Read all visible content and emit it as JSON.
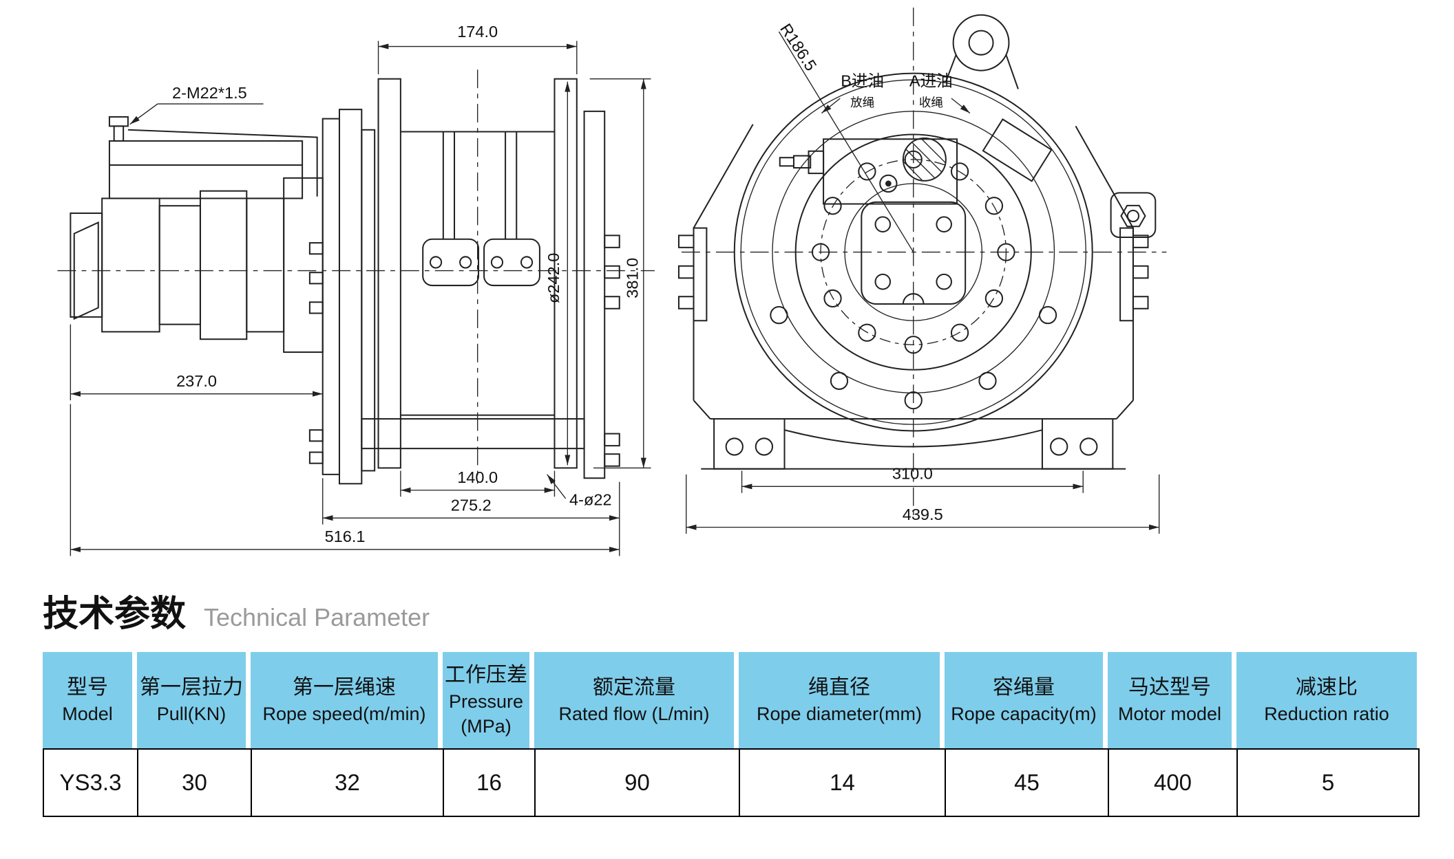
{
  "colors": {
    "header_bg": "#7ECDEB",
    "line": "#222222",
    "subtitle_gray": "#9a9a9a"
  },
  "section": {
    "title_zh": "技术参数",
    "title_en": "Technical Parameter"
  },
  "drawing": {
    "side_view": {
      "dim_width_top": "174.0",
      "thread_note": "2-M22*1.5",
      "dim_height": "381.0",
      "dim_flange_diameter": "ø242.0",
      "dim_motor_length": "237.0",
      "dim_bolt_span": "140.0",
      "hole_note": "4-ø22",
      "dim_base_width": "275.2",
      "dim_overall_length": "516.1"
    },
    "front_view": {
      "radius_note": "R186.5",
      "port_b": "B进油",
      "port_b_sub": "放绳",
      "port_a": "A进油",
      "port_a_sub": "收绳",
      "dim_foot_span": "310.0",
      "dim_overall_width": "439.5"
    }
  },
  "table": {
    "headers": [
      {
        "zh": "型号",
        "en": "Model"
      },
      {
        "zh": "第一层拉力",
        "en": "Pull(KN)"
      },
      {
        "zh": "第一层绳速",
        "en": "Rope speed(m/min)"
      },
      {
        "zh": "工作压差",
        "en": "Pressure (MPa)"
      },
      {
        "zh": "额定流量",
        "en": "Rated flow (L/min)"
      },
      {
        "zh": "绳直径",
        "en": "Rope diameter(mm)"
      },
      {
        "zh": "容绳量",
        "en": "Rope capacity(m)"
      },
      {
        "zh": "马达型号",
        "en": "Motor model"
      },
      {
        "zh": "减速比",
        "en": "Reduction ratio"
      }
    ],
    "rows": [
      [
        "YS3.3",
        "30",
        "32",
        "16",
        "90",
        "14",
        "45",
        "400",
        "5"
      ]
    ]
  }
}
